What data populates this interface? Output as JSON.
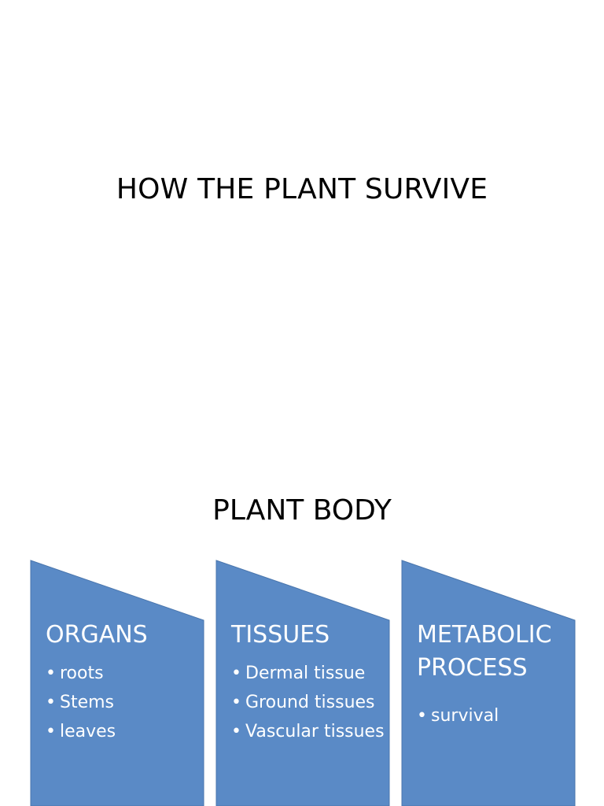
{
  "slide1": {
    "title": "HOW THE PLANT SURVIVE"
  },
  "slide2": {
    "title": "PLANT BODY",
    "accent_color": "#5a8ac6",
    "boxes": [
      {
        "heading": "ORGANS",
        "items": [
          "roots",
          "Stems",
          "leaves"
        ]
      },
      {
        "heading": "TISSUES",
        "items": [
          "Dermal tissue",
          "Ground tissues",
          "Vascular tissues"
        ]
      },
      {
        "heading_line1": "METABOLIC",
        "heading_line2": "PROCESS",
        "items": [
          "survival"
        ]
      }
    ]
  },
  "icons": {
    "bullet": "•"
  }
}
